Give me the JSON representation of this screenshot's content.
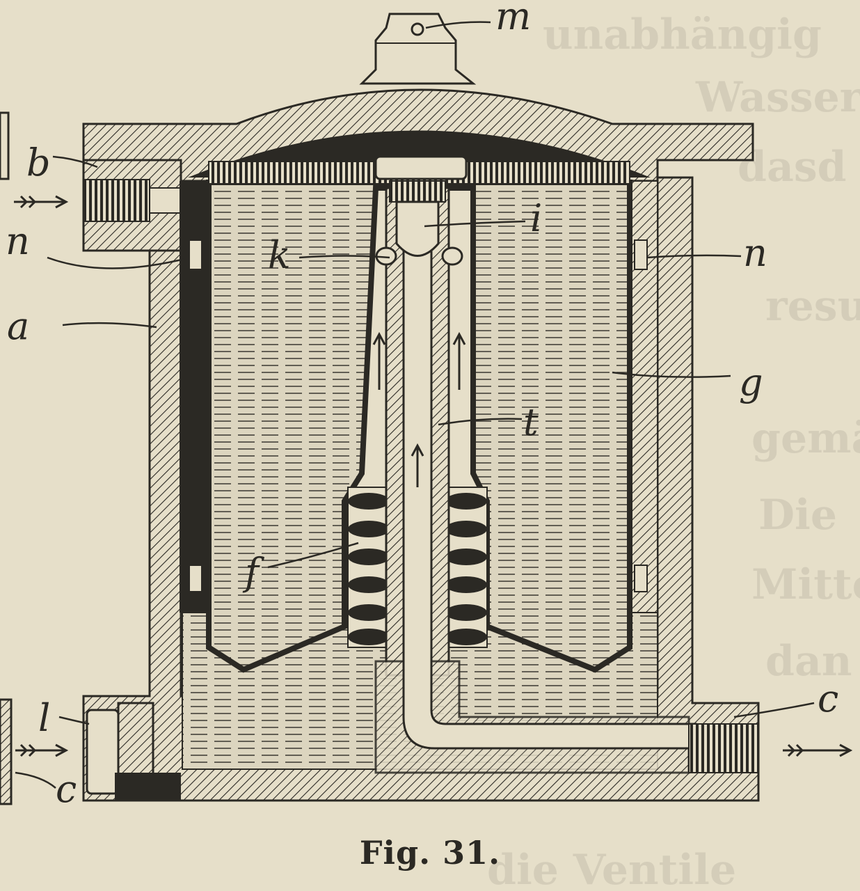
{
  "figure": {
    "caption": "Fig. 31.",
    "labels": {
      "m": "m",
      "b": "b",
      "n_left": "n",
      "n_right": "n",
      "i": "i",
      "k": "k",
      "a": "a",
      "g": "g",
      "t": "t",
      "f": "f",
      "l": "l",
      "c_left": "c",
      "c_right": "c"
    },
    "colors": {
      "paper": "#e6dfc9",
      "ink": "#2b2924",
      "fluid": "#d9d2bc"
    }
  }
}
